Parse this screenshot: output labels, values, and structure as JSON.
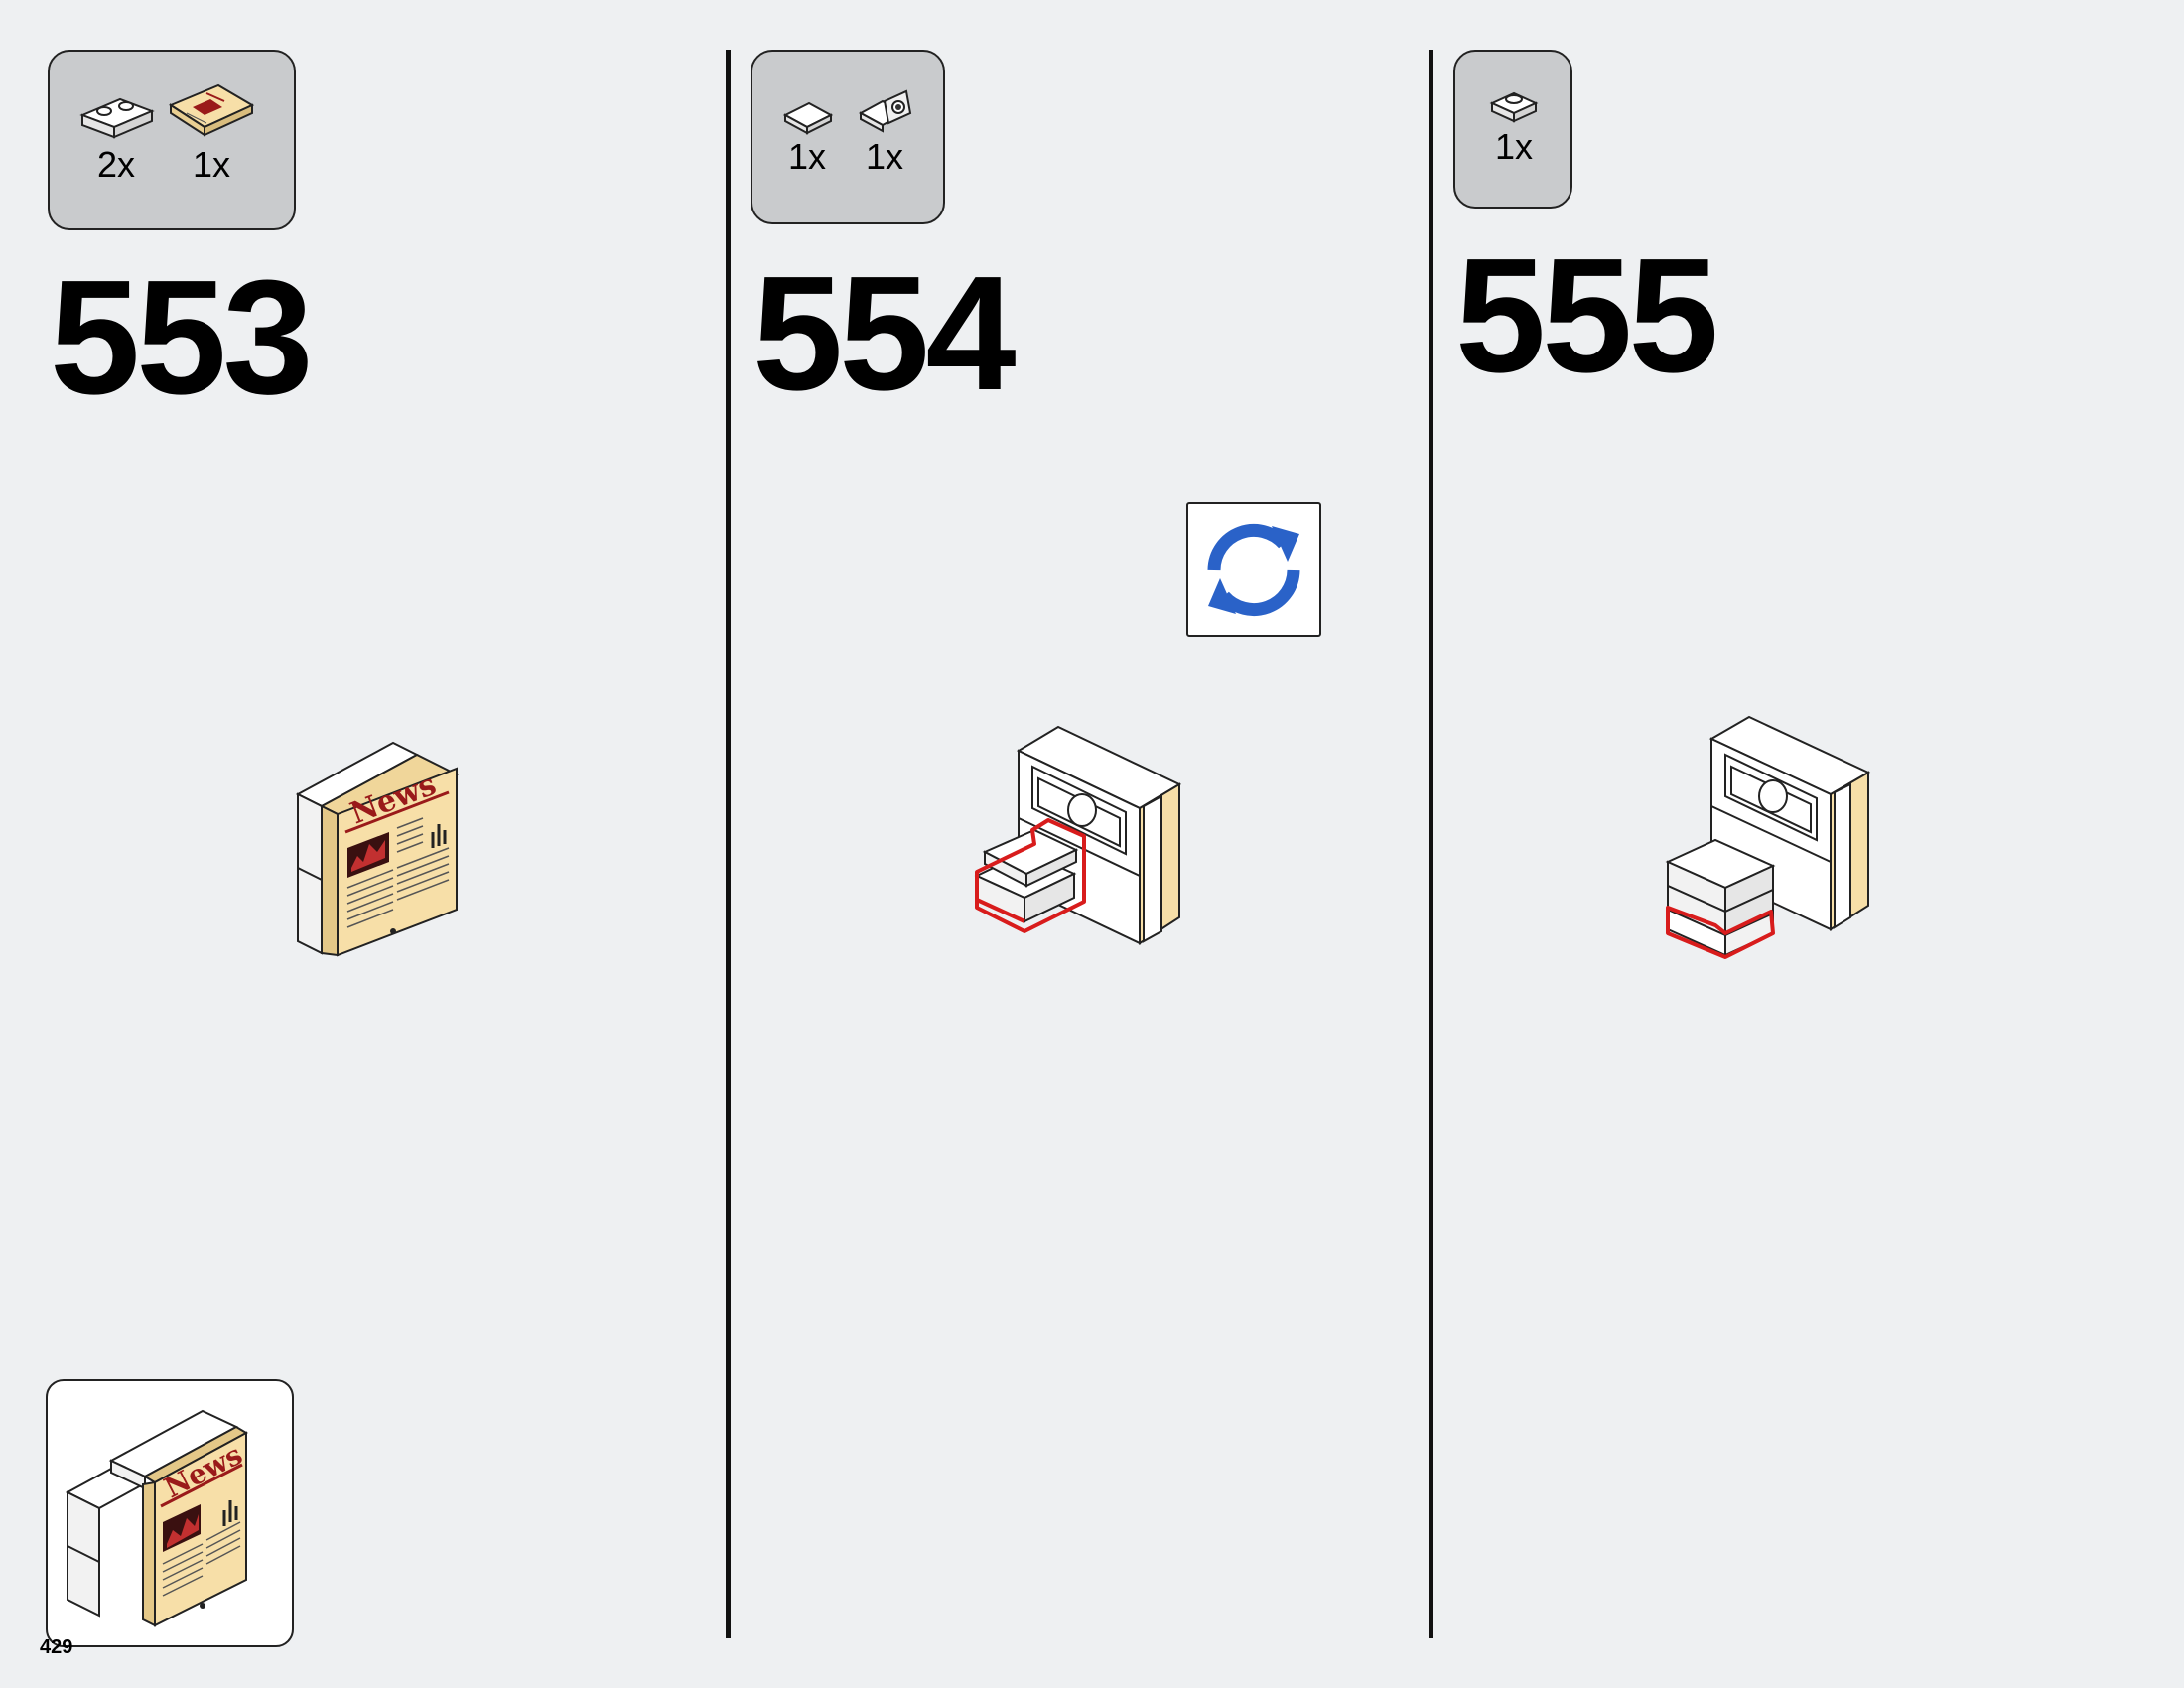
{
  "page_number": "429",
  "steps": [
    {
      "number": "553",
      "parts": [
        {
          "qty": "2x",
          "icon": "plate-1x2-white-icon"
        },
        {
          "qty": "1x",
          "icon": "newspaper-tile-icon"
        }
      ]
    },
    {
      "number": "554",
      "parts": [
        {
          "qty": "1x",
          "icon": "tile-1x1-white-icon"
        },
        {
          "qty": "1x",
          "icon": "bracket-plate-white-icon"
        }
      ],
      "callout": "rotate-model-icon"
    },
    {
      "number": "555",
      "parts": [
        {
          "qty": "1x",
          "icon": "plate-1x1-white-icon"
        }
      ]
    }
  ],
  "colors": {
    "background": "#eef0f2",
    "parts_box": "#c9cbcd",
    "highlight": "#d81c1c",
    "tan": "#f7dfa8",
    "rotate_blue": "#2a62c8",
    "news_red": "#9a1a1a"
  }
}
